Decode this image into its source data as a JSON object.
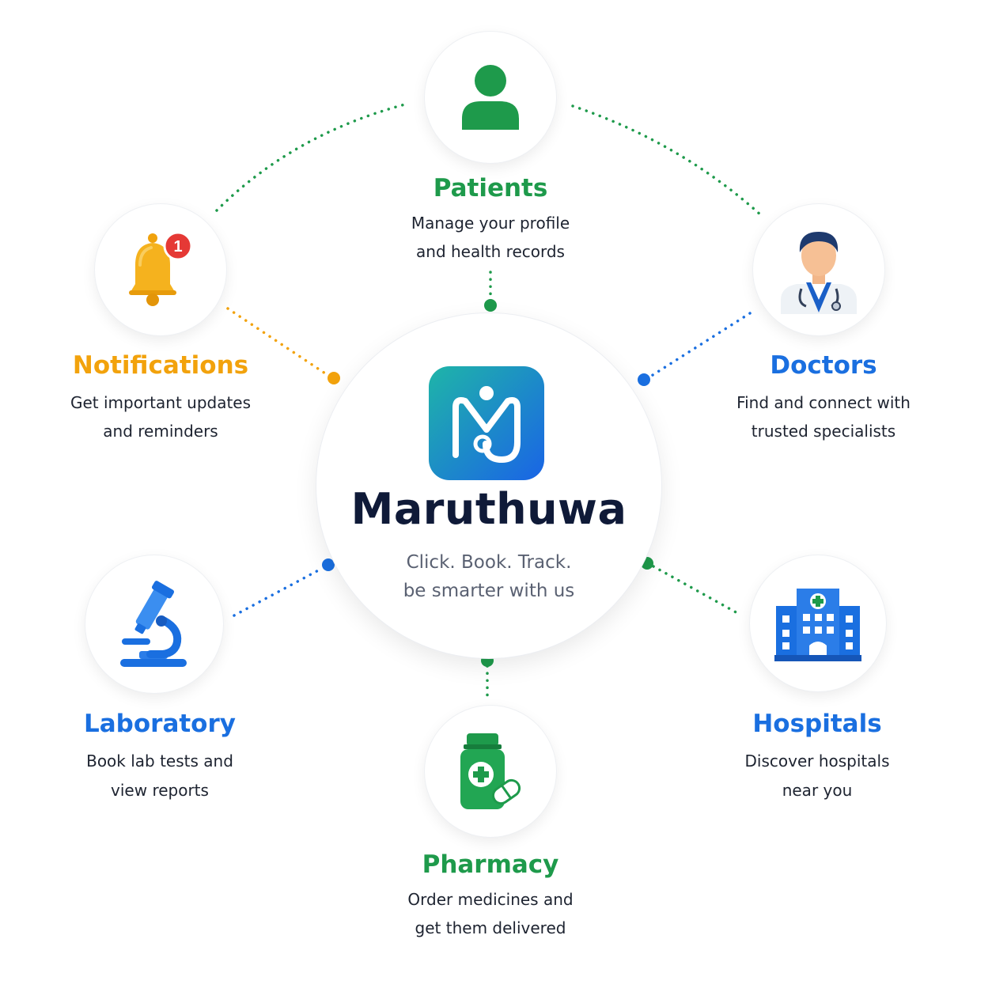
{
  "hub": {
    "name": "Maruthuwa",
    "tagline_1": "Click. Book. Track.",
    "tagline_2": "be smarter with us",
    "logo_icon": "maruthuwa-logo-icon"
  },
  "nodes": {
    "patients": {
      "title": "Patients",
      "desc_1": "Manage your profile",
      "desc_2": "and health records",
      "icon": "person-icon",
      "color": "#1e9a4b"
    },
    "doctors": {
      "title": "Doctors",
      "desc_1": "Find and connect with",
      "desc_2": "trusted specialists",
      "icon": "doctor-icon",
      "color": "#1a6fe0"
    },
    "notifications": {
      "title": "Notifications",
      "desc_1": "Get important updates",
      "desc_2": "and reminders",
      "icon": "bell-icon",
      "badge": "1",
      "color": "#f2a20c"
    },
    "laboratory": {
      "title": "Laboratory",
      "desc_1": "Book lab tests and",
      "desc_2": "view reports",
      "icon": "microscope-icon",
      "color": "#1a6fe0"
    },
    "hospitals": {
      "title": "Hospitals",
      "desc_1": "Discover hospitals",
      "desc_2": "near you",
      "icon": "hospital-icon",
      "color": "#1a6fe0"
    },
    "pharmacy": {
      "title": "Pharmacy",
      "desc_1": "Order medicines and",
      "desc_2": "get them delivered",
      "icon": "medicine-bottle-icon",
      "color": "#1e9a4b"
    }
  },
  "colors": {
    "green": "#1e9a4b",
    "blue": "#1a6fe0",
    "orange": "#f2a20c",
    "hub_text": "#0f1a38",
    "tagline": "#5a6172"
  }
}
